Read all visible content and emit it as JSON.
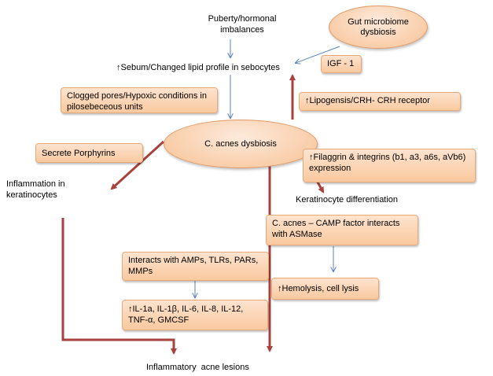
{
  "nodes": {
    "puberty": "Puberty/hormonal imbalances",
    "gut": "Gut microbiome dysbiosis",
    "sebum": "Sebum/Changed lipid profile in sebocytes",
    "igf": "IGF - 1",
    "clogged": "Clogged pores/Hypoxic conditions in pilosebeceous units",
    "lipogenesis": "Lipogensis/CRH- CRH receptor",
    "secrete": "Secrete Porphyrins",
    "cacnes": "C. acnes dysbiosis",
    "filaggrin": "Filaggrin & integrins (b1, a3, a6s, aVb6) expression",
    "inflammation": "Inflammation in keratinocytes",
    "keratinocyte_diff": "Keratinocyte differentiation",
    "camp": "C. acnes – CAMP factor interacts with ASMase",
    "interacts": "Interacts with AMPs, TLRs, PARs, MMPs",
    "hemolysis": "Hemolysis, cell lysis",
    "interleukins": "IL-1a, IL-1β, IL-6, IL-8, IL-12, TNF-α, GMCSF",
    "lesions": "Inflammatory  acne lesions"
  },
  "symbols": {
    "up_arrow": "↑"
  },
  "colors": {
    "red_arrow": "#a9423e",
    "blue_arrow": "#5b84b8",
    "box_fill": "#f9c99f",
    "box_border": "#e8a979"
  }
}
